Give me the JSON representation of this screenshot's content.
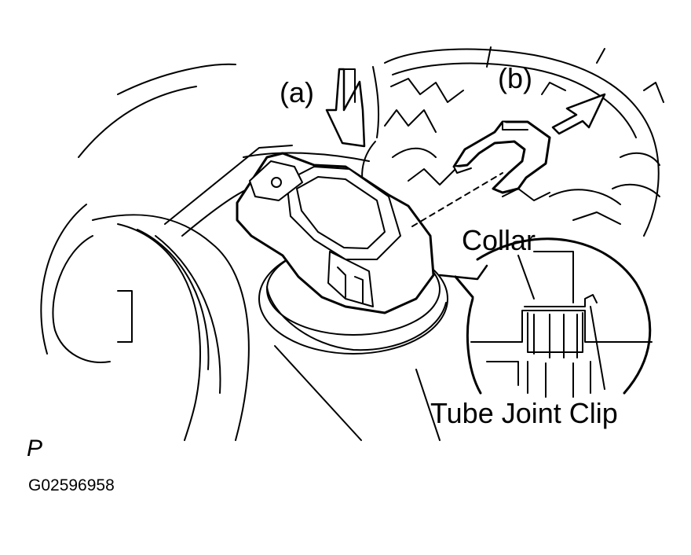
{
  "labels": {
    "step_a": "(a)",
    "step_b": "(b)",
    "collar": "Collar",
    "tube_joint_clip": "Tube Joint Clip",
    "view_marker": "P",
    "figure_code": "G02596958"
  },
  "colors": {
    "line": "#000000",
    "background": "#ffffff"
  }
}
